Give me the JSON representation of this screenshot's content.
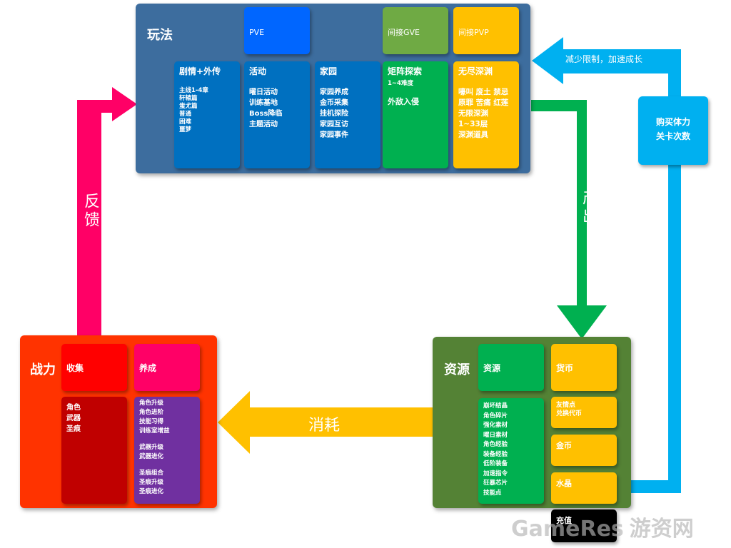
{
  "colors": {
    "play_panel": "#3D6D9E",
    "resource_panel": "#548235",
    "power_panel": "#FF3300",
    "pink_arrow": "#FF0066",
    "green_arrow": "#00B050",
    "blue_arrow": "#00B0F0",
    "yellow_arrow": "#FFC000"
  },
  "play": {
    "title": "玩法",
    "headers": {
      "pve": "PVE",
      "gve": "间接GVE",
      "pvp": "间接PVP"
    },
    "story": {
      "title": "剧情+外传",
      "items": [
        "主线1-4章",
        "轩辕篇",
        "蚩尤篇",
        "普通",
        "困难",
        "噩梦"
      ]
    },
    "activity": {
      "title": "活动",
      "items": [
        "曜日活动",
        "训练基地",
        "Boss降临",
        "主题活动"
      ]
    },
    "home": {
      "title": "家园",
      "items": [
        "家园养成",
        "金币采集",
        "挂机探险",
        "家园互访",
        "家园事件"
      ]
    },
    "matrix": {
      "title": "矩阵探索",
      "sub": "1~4难度",
      "line2": "外敌入侵"
    },
    "abyss": {
      "title": "无尽深渊",
      "items": [
        "嚎叫 废土 禁忌",
        "原罪 苦痛 红莲",
        "无限深渊",
        "1~33层",
        "深渊道具"
      ]
    }
  },
  "resource": {
    "title": "资源",
    "res_header": "资源",
    "currency_header": "货币",
    "items": [
      "崩坏结晶",
      "角色碎片",
      "强化素材",
      "曜日素材",
      "角色经验",
      "装备经验",
      "低阶装备",
      "加速指令",
      "狂暴芯片",
      "技能点"
    ],
    "friend": [
      "友情点",
      "兑换代币"
    ],
    "gold": "金币",
    "crystal": "水晶",
    "recharge": "充值"
  },
  "power": {
    "title": "战力",
    "collect": {
      "title": "收集",
      "items": [
        "角色",
        "武器",
        "圣痕"
      ]
    },
    "cultivate": {
      "title": "养成",
      "groups": [
        [
          "角色升级",
          "角色进阶",
          "技能习得",
          "训练室增益"
        ],
        [
          "武器升级",
          "武器进化"
        ],
        [
          "圣痕组合",
          "圣痕升级",
          "圣痕进化"
        ]
      ]
    }
  },
  "arrows": {
    "feedback": "反馈",
    "output": "产出",
    "consume": "消耗",
    "reduce": "减少限制，加速成长",
    "buy": [
      "购买体力",
      "关卡次数"
    ]
  },
  "watermark": {
    "text": "GameRes",
    "cn": "游资网"
  }
}
